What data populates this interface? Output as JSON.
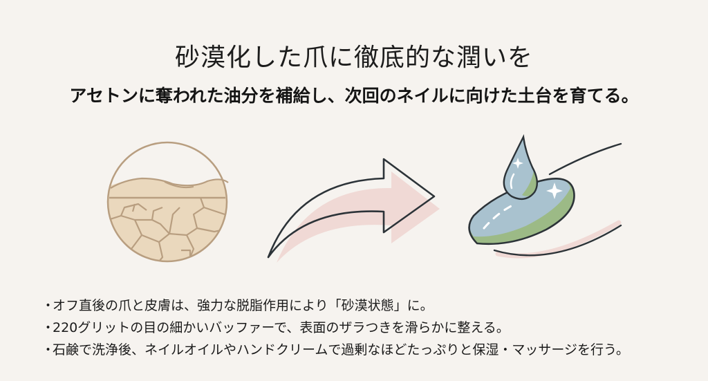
{
  "header": {
    "title": "砂漠化した爪に徹底的な潤いを",
    "subtitle": "アセトンに奪われた油分を補給し、次回のネイルに向けた土台を育てる。"
  },
  "illustrations": {
    "left": "cracked-desert-circle-icon",
    "middle": "curved-arrow-icon",
    "right": "oil-drop-on-nail-icon"
  },
  "colors": {
    "background": "#f6f3ef",
    "desert_fill": "#ead8bd",
    "desert_stroke": "#b89e80",
    "arrow_shadow": "#f0d9d5",
    "drop_blue": "#a9c2cf",
    "nail_green": "#9cba86",
    "outline": "#2c3338"
  },
  "bullets": [
    {
      "marker": "・",
      "text": "オフ直後の爪と皮膚は、強力な脱脂作用により「砂漠状態」に。"
    },
    {
      "marker": "・",
      "text": "220グリットの目の細かいバッファーで、表面のザラつきを滑らかに整える。"
    },
    {
      "marker": "・",
      "text": "石鹸で洗浄後、ネイルオイルやハンドクリームで過剰なほどたっぷりと保湿・マッサージを行う。"
    }
  ]
}
